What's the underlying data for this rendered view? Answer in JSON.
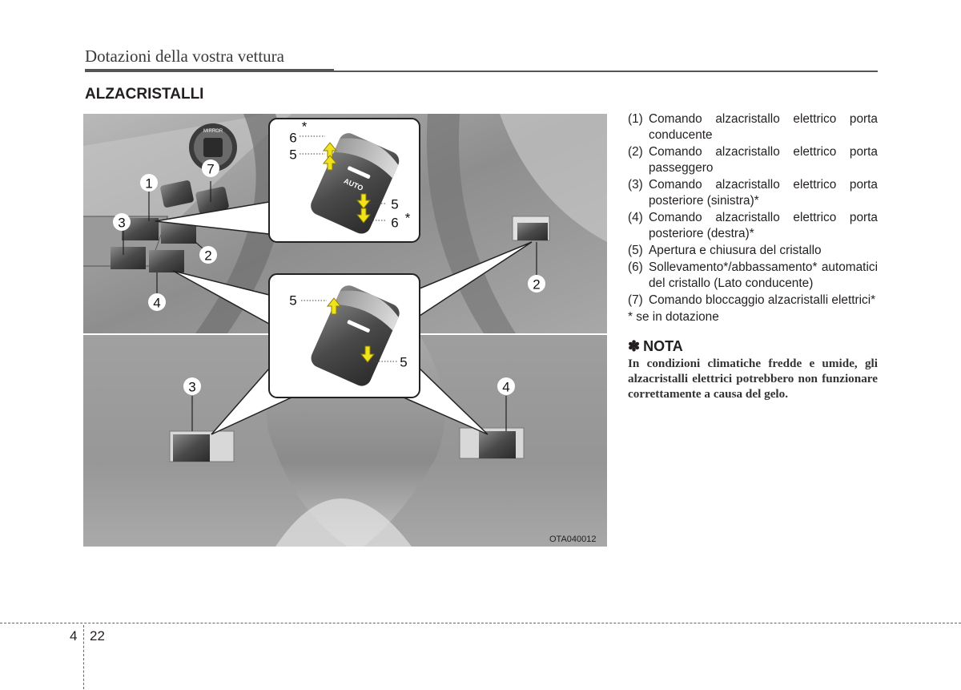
{
  "header": {
    "section_title": "Dotazioni della vostra vettura"
  },
  "heading": "ALZACRISTALLI",
  "figure": {
    "code": "OTA040012",
    "mirror_label": "MIRROR",
    "auto_label": "AUTO",
    "callouts": [
      "1",
      "2",
      "3",
      "4",
      "5",
      "6",
      "7"
    ],
    "asterisk": "*"
  },
  "items": [
    {
      "num": "(1)",
      "text": "Comando alzacristallo elettrico porta conducente"
    },
    {
      "num": "(2)",
      "text": "Comando alzacristallo elettrico porta passeggero"
    },
    {
      "num": "(3)",
      "text": "Comando alzacristallo elettrico porta posteriore (sinistra)*"
    },
    {
      "num": "(4)",
      "text": "Comando alzacristallo elettrico porta posteriore (destra)*"
    },
    {
      "num": "(5)",
      "text": "Apertura e chiusura del cristallo"
    },
    {
      "num": "(6)",
      "text": "Sollevamento*/abbassamento* automatici del cristallo (Lato conducente)"
    },
    {
      "num": "(7)",
      "text": "Comando bloccaggio alzacristalli elettrici*"
    }
  ],
  "footnote": "* se in dotazione",
  "nota": {
    "symbol": "✽",
    "title": "NOTA",
    "body": "In condizioni climatiche fredde e umide, gli alzacristalli elettrici potrebbero non funzionare correttamente a causa del gelo."
  },
  "footer": {
    "chapter": "4",
    "page": "22"
  }
}
